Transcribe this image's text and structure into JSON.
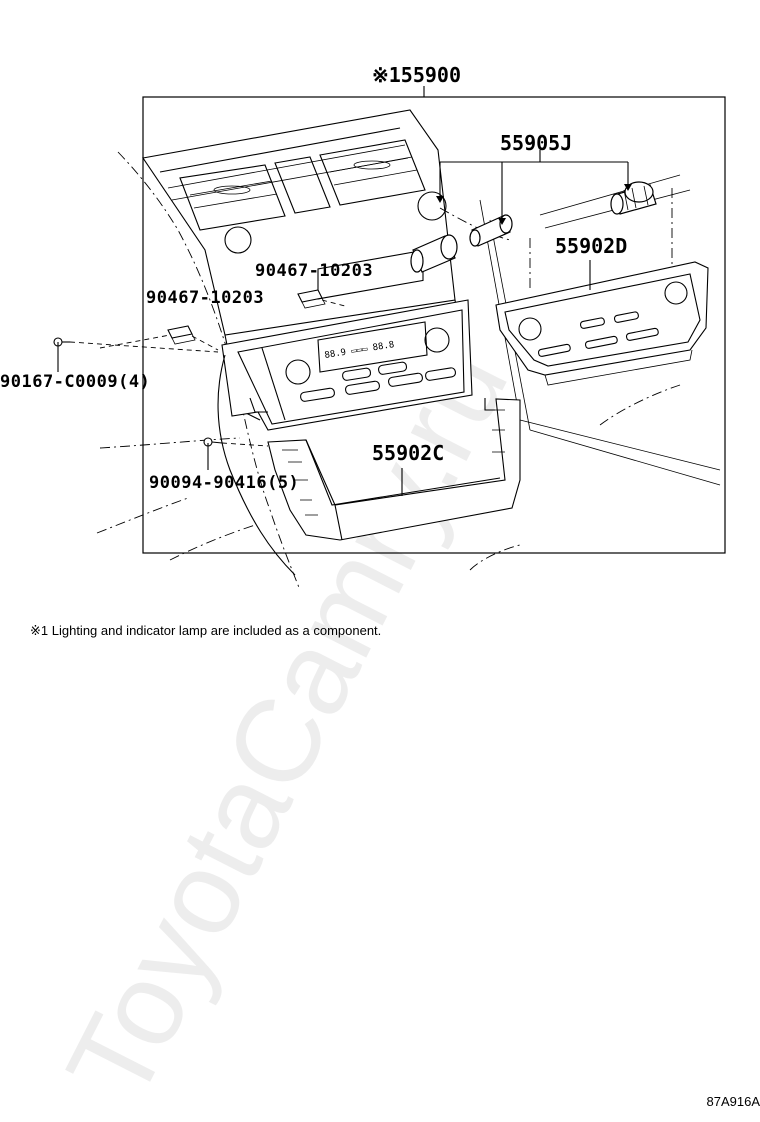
{
  "labels": {
    "assembly": "※155900",
    "knob": "55905J",
    "panel_d": "55902D",
    "panel_c": "55902C",
    "clip_upper": "90467-10203",
    "clip_left": "90467-10203",
    "screw": "90167-C0009(4)",
    "bolt": "90094-90416(5)"
  },
  "footnote": "※1 Lighting and indicator lamp are included as a component.",
  "diagram_code": "87A916A",
  "watermark": "ToyotaCamry.ru"
}
